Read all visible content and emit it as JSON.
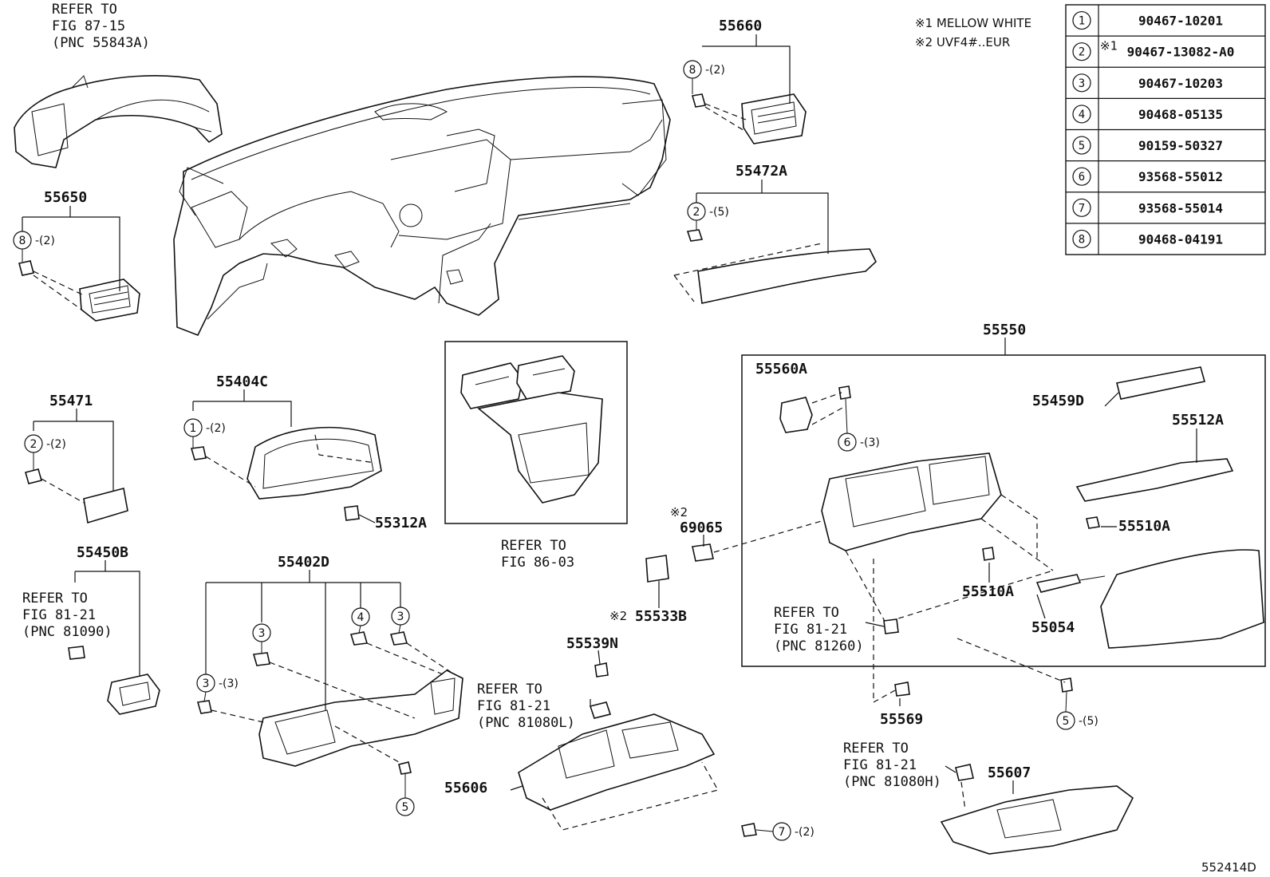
{
  "notes": [
    "※1 MELLOW WHITE",
    "※2 UVF4#..EUR"
  ],
  "table": {
    "rows": [
      {
        "n": "1",
        "mark": "",
        "part": "90467-10201"
      },
      {
        "n": "2",
        "mark": "※1",
        "part": "90467-13082-A0"
      },
      {
        "n": "3",
        "mark": "",
        "part": "90467-10203"
      },
      {
        "n": "4",
        "mark": "",
        "part": "90468-05135"
      },
      {
        "n": "5",
        "mark": "",
        "part": "90159-50327"
      },
      {
        "n": "6",
        "mark": "",
        "part": "93568-55012"
      },
      {
        "n": "7",
        "mark": "",
        "part": "93568-55014"
      },
      {
        "n": "8",
        "mark": "",
        "part": "90468-04191"
      }
    ]
  },
  "refs": {
    "r1": [
      "REFER TO",
      "FIG 87-15",
      "(PNC 55843A)"
    ],
    "r2": [
      "REFER TO",
      "FIG 86-03"
    ],
    "r3": [
      "REFER TO",
      "FIG 81-21",
      "(PNC 81090)"
    ],
    "r4": [
      "REFER TO",
      "FIG 81-21",
      "(PNC 81080L)"
    ],
    "r5": [
      "REFER TO",
      "FIG 81-21",
      "(PNC 81260)"
    ],
    "r6": [
      "REFER TO",
      "FIG 81-21",
      "(PNC 81080H)"
    ]
  },
  "parts": {
    "p55660": "55660",
    "p55650": "55650",
    "p55472A": "55472A",
    "p55550": "55550",
    "p55560A": "55560A",
    "p55459D": "55459D",
    "p55512A": "55512A",
    "p55510A_1": "55510A",
    "p55510A_2": "55510A",
    "p55054": "55054",
    "p55569": "55569",
    "p55471": "55471",
    "p55404C": "55404C",
    "p55312A": "55312A",
    "p69065": "69065",
    "p55533B": "55533B",
    "p55450B": "55450B",
    "p55402D": "55402D",
    "p55539N": "55539N",
    "p55606": "55606",
    "p55607": "55607"
  },
  "marks": {
    "m2a": "※2",
    "m2b": "※2"
  },
  "callouts": {
    "c8a": {
      "n": "8",
      "q": "-(2)"
    },
    "c8b": {
      "n": "8",
      "q": "-(2)"
    },
    "c2a": {
      "n": "2",
      "q": "-(5)"
    },
    "c2b": {
      "n": "2",
      "q": "-(2)"
    },
    "c1a": {
      "n": "1",
      "q": "-(2)"
    },
    "c6a": {
      "n": "6",
      "q": "-(3)"
    },
    "c3a": {
      "n": "3",
      "q": ""
    },
    "c3b": {
      "n": "3",
      "q": ""
    },
    "c3c": {
      "n": "3",
      "q": "-(3)"
    },
    "c4a": {
      "n": "4",
      "q": ""
    },
    "c5a": {
      "n": "5",
      "q": ""
    },
    "c5b": {
      "n": "5",
      "q": "-(5)"
    },
    "c7a": {
      "n": "7",
      "q": "-(2)"
    }
  },
  "diagram_id": "552414D"
}
